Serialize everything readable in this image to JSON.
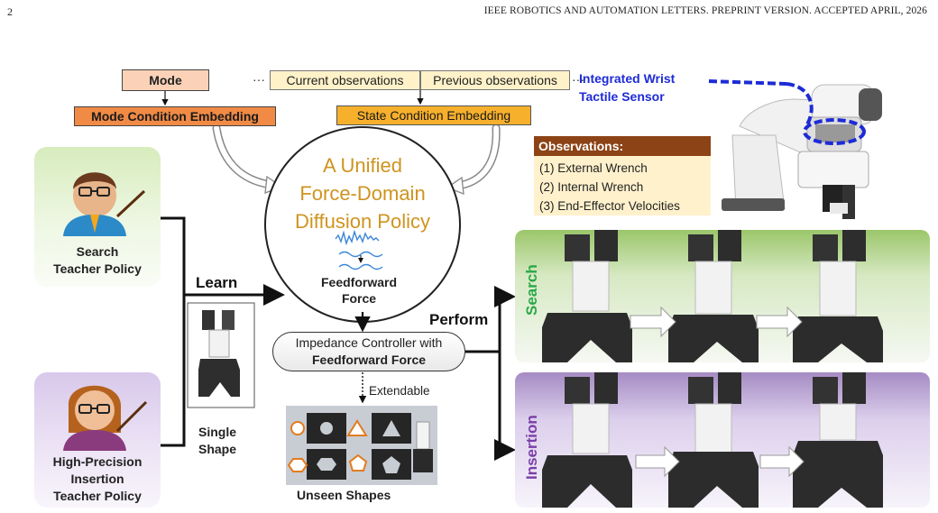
{
  "header": {
    "page_number": "2",
    "journal": "IEEE ROBOTICS AND AUTOMATION LETTERS. PREPRINT VERSION. ACCEPTED APRIL, 2026"
  },
  "figure": {
    "mode_label": "Mode",
    "mode_embedding": "Mode Condition Embedding",
    "ellipsis": "···",
    "current_obs": "Current observations",
    "previous_obs": "Previous observations",
    "state_embedding": "State Condition Embedding",
    "policy_line1": "A Unified",
    "policy_line2": "Force-Domain",
    "policy_line3": "Diffusion Policy",
    "feedforward_line1": "Feedforward",
    "feedforward_line2": "Force",
    "impedance_line1": "Impedance Controller with",
    "impedance_line2": "Feedforward Force",
    "extendable": "Extendable",
    "unseen_shapes": "Unseen Shapes",
    "single_line1": "Single",
    "single_line2": "Shape",
    "learn": "Learn",
    "perform": "Perform",
    "search_teacher_line1": "Search",
    "search_teacher_line2": "Teacher Policy",
    "insert_teacher_line1": "High-Precision",
    "insert_teacher_line2": "Insertion",
    "insert_teacher_line3": "Teacher Policy",
    "wrist_line1": "Integrated Wrist",
    "wrist_line2": "Tactile Sensor",
    "observations_title": "Observations:",
    "observations": [
      "(1) External Wrench",
      "(2) Internal Wrench",
      "(3) End-Effector Velocities"
    ],
    "search_label": "Search",
    "insertion_label": "Insertion"
  },
  "colors": {
    "search_green": "#2aa84a",
    "insertion_purple": "#7a3ea8",
    "wrist_blue": "#1d2bd6",
    "policy_gold": "#cf9420"
  }
}
